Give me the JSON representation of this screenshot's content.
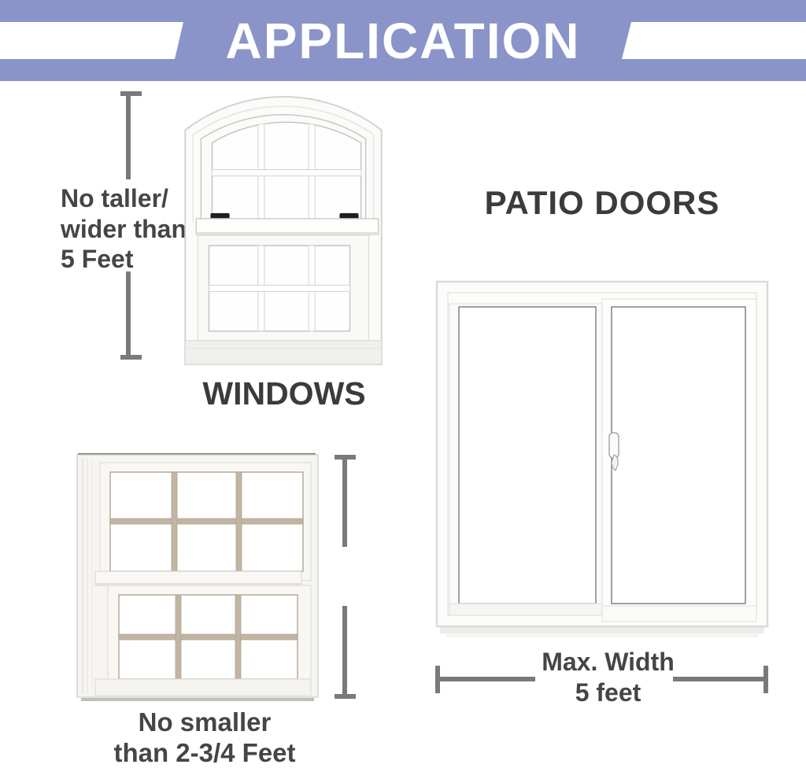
{
  "banner": {
    "title": "APPLICATION"
  },
  "windows": {
    "label": "WINDOWS",
    "max_size_note": [
      "No taller/",
      "wider than",
      "5 Feet"
    ],
    "min_size_note": [
      "No smaller",
      "than 2-3/4 Feet"
    ]
  },
  "patio_doors": {
    "heading": "PATIO DOORS",
    "max_width_note": [
      "Max. Width",
      "5 feet"
    ]
  },
  "colors": {
    "banner_bg": "#8a94c8",
    "banner_text": "#ffffff",
    "heading_text": "#3b3b3b",
    "note_text": "#454545",
    "measure_line": "#7a7a7a",
    "window_frame_white": "#fbfbfa",
    "muntin_tan": "#c2b5a3",
    "latch_black": "#1f1f1f"
  }
}
